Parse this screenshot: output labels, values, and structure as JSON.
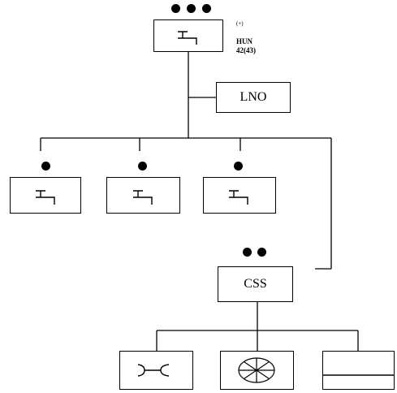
{
  "main_node": {
    "dots": 3,
    "superscript": "(+)",
    "code": "HUN",
    "figure": "42(43)",
    "icon": "tap-icon"
  },
  "lno_box": {
    "label": "LNO"
  },
  "branches": [
    {
      "dots": 1,
      "icon": "tap-icon"
    },
    {
      "dots": 1,
      "icon": "tap-icon"
    },
    {
      "dots": 1,
      "icon": "tap-icon"
    }
  ],
  "css_node": {
    "dots": 2,
    "label": "CSS"
  },
  "sub_nodes": [
    {
      "icon": "wrench-icon"
    },
    {
      "icon": "wheel-icon"
    },
    {
      "icon": "panel-icon"
    }
  ],
  "corner_mark": "..."
}
